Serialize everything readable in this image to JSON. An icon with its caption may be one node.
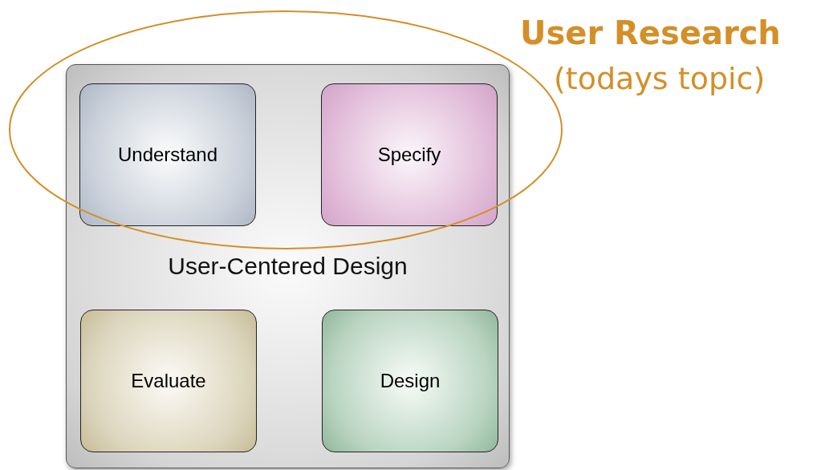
{
  "diagram": {
    "nodes": [
      {
        "text": [
          "User-Centered Design"
        ]
      },
      {
        "text": [
          "Understand"
        ]
      },
      {
        "text": [
          "Specify"
        ]
      },
      {
        "text": [
          "Evaluate"
        ],
        "in": 0
      },
      {
        "text": [
          "Design"
        ],
        "in": 0
      },
      {
        "text": [
          "User Research",
          "(todays topic)"
        ]
      }
    ],
    "edges": []
  }
}
